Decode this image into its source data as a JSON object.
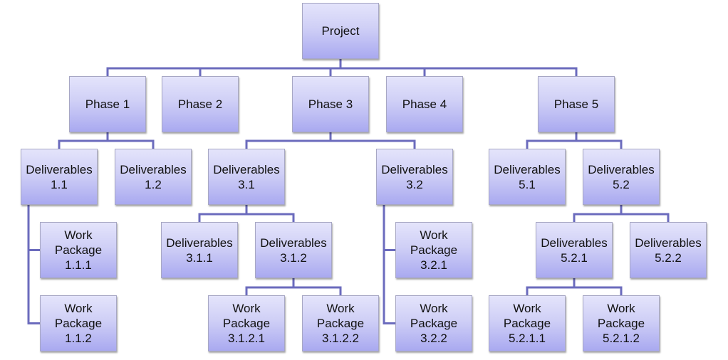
{
  "title": "Work Breakdown Structure",
  "colors": {
    "connector": "#6b6bbd",
    "box_top": "#e4e4fb",
    "box_bottom": "#a9a9f0",
    "text": "#111111"
  },
  "nodes": {
    "project": "Project",
    "phase1": "Phase 1",
    "phase2": "Phase 2",
    "phase3": "Phase 3",
    "phase4": "Phase 4",
    "phase5": "Phase 5",
    "d1_1": "Deliverables\n1.1",
    "d1_2": "Deliverables\n1.2",
    "d3_1": "Deliverables\n3.1",
    "d3_2": "Deliverables\n3.2",
    "d5_1": "Deliverables\n5.1",
    "d5_2": "Deliverables\n5.2",
    "wp1_1_1": "Work\nPackage\n1.1.1",
    "wp1_1_2": "Work\nPackage\n1.1.2",
    "d3_1_1": "Deliverables\n3.1.1",
    "d3_1_2": "Deliverables\n3.1.2",
    "wp3_1_2_1": "Work\nPackage\n3.1.2.1",
    "wp3_1_2_2": "Work\nPackage\n3.1.2.2",
    "wp3_2_1": "Work\nPackage\n3.2.1",
    "wp3_2_2": "Work\nPackage\n3.2.2",
    "d5_2_1": "Deliverables\n5.2.1",
    "d5_2_2": "Deliverables\n5.2.2",
    "wp5_2_1_1": "Work\nPackage\n5.2.1.1",
    "wp5_2_1_2": "Work\nPackage\n5.2.1.2"
  },
  "hierarchy": [
    {
      "parent": "project",
      "children": [
        "phase1",
        "phase2",
        "phase3",
        "phase4",
        "phase5"
      ]
    },
    {
      "parent": "phase1",
      "children": [
        "d1_1",
        "d1_2"
      ]
    },
    {
      "parent": "phase3",
      "children": [
        "d3_1",
        "d3_2"
      ]
    },
    {
      "parent": "phase5",
      "children": [
        "d5_1",
        "d5_2"
      ]
    },
    {
      "parent": "d1_1",
      "children": [
        "wp1_1_1",
        "wp1_1_2"
      ]
    },
    {
      "parent": "d3_1",
      "children": [
        "d3_1_1",
        "d3_1_2"
      ]
    },
    {
      "parent": "d3_1_2",
      "children": [
        "wp3_1_2_1",
        "wp3_1_2_2"
      ]
    },
    {
      "parent": "d3_2",
      "children": [
        "wp3_2_1",
        "wp3_2_2"
      ]
    },
    {
      "parent": "d5_2",
      "children": [
        "d5_2_1",
        "d5_2_2"
      ]
    },
    {
      "parent": "d5_2_1",
      "children": [
        "wp5_2_1_1",
        "wp5_2_1_2"
      ]
    }
  ]
}
